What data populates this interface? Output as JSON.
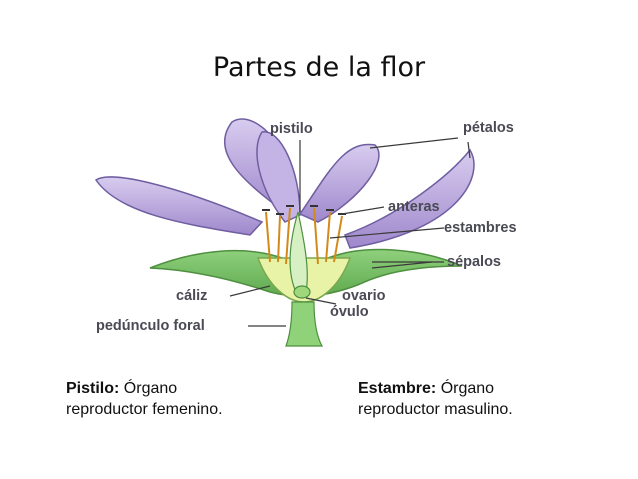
{
  "slide": {
    "title": "Partes de la flor"
  },
  "diagram": {
    "labels": {
      "pistilo": "pistilo",
      "petalos": "pétalos",
      "anteras": "anteras",
      "estambres": "estambres",
      "sepalos": "sépalos",
      "caliz": "cáliz",
      "ovario": "ovario",
      "ovulo": "óvulo",
      "peduncculo": "pedúnculo foral"
    }
  },
  "descriptions": {
    "pistilo": {
      "term": "Pistilo:",
      "text_line1": " Órgano",
      "text_line2": "reproductor femenino."
    },
    "estambre": {
      "term": "Estambre:",
      "text_line1": " Órgano",
      "text_line2": "reproductor masulino."
    }
  },
  "colors": {
    "petal": "#b9a6dc",
    "petal_dark": "#8a75b8",
    "sepal": "#7cc36a",
    "stem": "#8fd27a",
    "receptacle": "#e9f3a8",
    "stamen": "#d48a1a"
  }
}
